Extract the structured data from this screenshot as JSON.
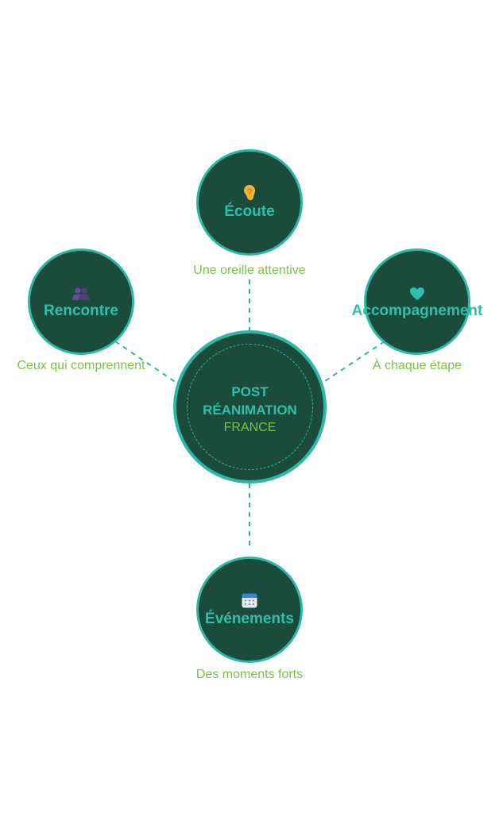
{
  "diagram": {
    "center": {
      "line1": "POST",
      "line2": "RÉANIMATION",
      "line3": "FRANCE"
    },
    "nodes": {
      "ecoute": {
        "title": "Écoute",
        "caption": "Une oreille attentive",
        "icon": "ear-icon"
      },
      "rencontre": {
        "title": "Rencontre",
        "caption": "Ceux qui comprennent",
        "icon": "people-icon"
      },
      "accompagnement": {
        "title": "Accompagnement",
        "caption": "À chaque étape",
        "icon": "heart-icon"
      },
      "evenements": {
        "title": "Événements",
        "caption": "Des moments forts",
        "icon": "calendar-icon"
      }
    },
    "colors": {
      "node_fill": "#1b4b3b",
      "node_border": "#2bb9a4",
      "title_text": "#2ec0ab",
      "caption_text": "#7cc246",
      "connector": "#2bb9a4"
    }
  }
}
